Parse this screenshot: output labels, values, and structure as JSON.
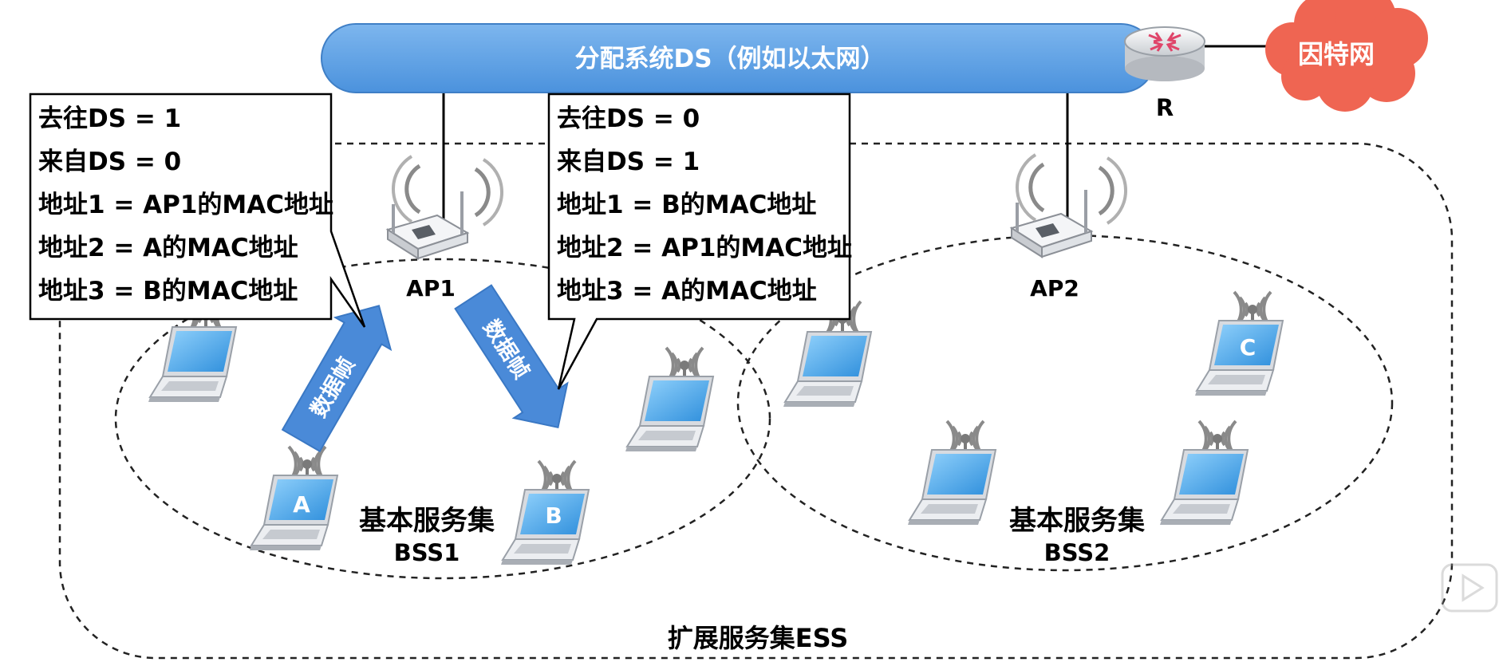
{
  "distribution_system": {
    "label": "分配系统DS（例如以太网）"
  },
  "router": {
    "label": "R"
  },
  "internet": {
    "label": "因特网"
  },
  "access_points": [
    {
      "label": "AP1"
    },
    {
      "label": "AP2"
    }
  ],
  "bss": [
    {
      "title": "基本服务集",
      "name": "BSS1"
    },
    {
      "title": "基本服务集",
      "name": "BSS2"
    }
  ],
  "ess": {
    "label": "扩展服务集ESS"
  },
  "hosts": {
    "a": "A",
    "b": "B",
    "c": "C"
  },
  "frames": {
    "uplink": "数据帧",
    "downlink": "数据帧"
  },
  "callouts": {
    "left": {
      "to_ds": "去往DS = 1",
      "from_ds": "来自DS = 0",
      "addr1": "地址1 = AP1的MAC地址",
      "addr2": "地址2 = A的MAC地址",
      "addr3": "地址3 = B的MAC地址"
    },
    "right": {
      "to_ds": "去往DS = 0",
      "from_ds": "来自DS = 1",
      "addr1": "地址1 = B的MAC地址",
      "addr2": "地址2 = AP1的MAC地址",
      "addr3": "地址3 = A的MAC地址"
    }
  },
  "colors": {
    "ds_bar": "#5aa0e6",
    "cloud": "#f06a58",
    "frame_arrow": "#4a8ad8",
    "laptop_screen": "#4aa3e8"
  }
}
